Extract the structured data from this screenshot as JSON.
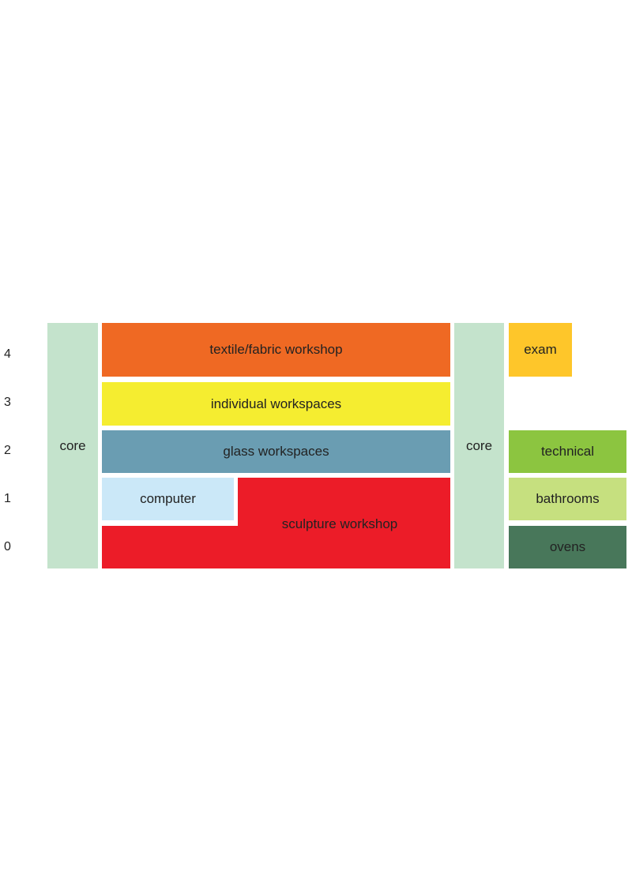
{
  "floors": [
    "4",
    "3",
    "2",
    "1",
    "0"
  ],
  "blocks": {
    "core_left": {
      "label": "core",
      "color": "#c4e3cc"
    },
    "core_right": {
      "label": "core",
      "color": "#c4e3cc"
    },
    "textile": {
      "label": "textile/fabric workshop",
      "color": "#ef6923"
    },
    "individual": {
      "label": "individual workspaces",
      "color": "#f5ed30"
    },
    "glass": {
      "label": "glass workspaces",
      "color": "#6a9db2"
    },
    "computer": {
      "label": "computer",
      "color": "#cbe8f8"
    },
    "sculpture": {
      "label": "sculpture workshop",
      "color": "#ec1c28"
    },
    "exam": {
      "label": "exam",
      "color": "#fec62a"
    },
    "technical": {
      "label": "technical",
      "color": "#8cc540"
    },
    "bathrooms": {
      "label": "bathrooms",
      "color": "#c6e07f"
    },
    "ovens": {
      "label": "ovens",
      "color": "#48775a"
    }
  }
}
